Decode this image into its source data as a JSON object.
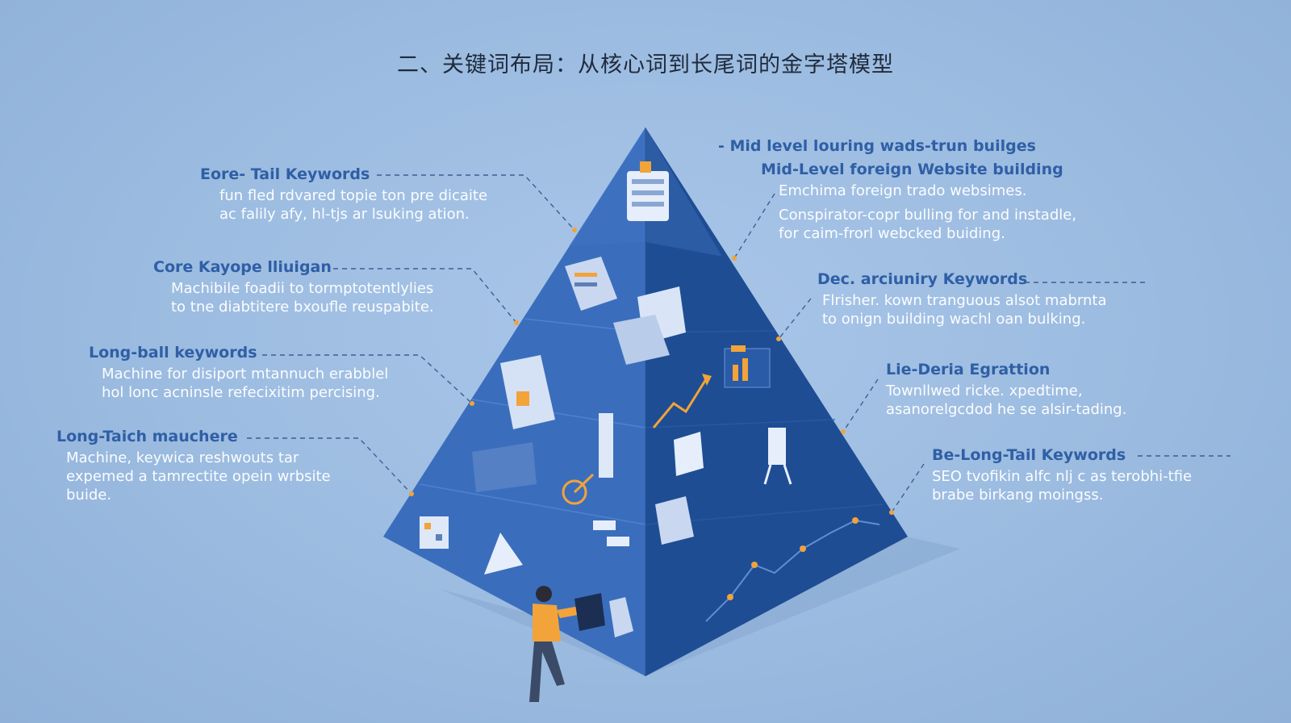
{
  "title": "二、关键词布局：从核心词到长尾词的金字塔模型",
  "labels_left": [
    {
      "head": "Eore- Tail Keywords",
      "lines": [
        "fun fled rdvared topie ton pre dicaite",
        "ac falily afy, hl-tjs ar lsuking ation."
      ]
    },
    {
      "head": "Core Kayope lliuigan",
      "lines": [
        "Machibile foadii to tormptotentlylies",
        "to tne diabtitere bxoufle reuspabite."
      ]
    },
    {
      "head": "Long-ball keywords",
      "lines": [
        "Machine for disiport mtannuch erabblel",
        "hol lonc acninsle refecixitim percising."
      ]
    },
    {
      "head": "Long-Taich mauchere",
      "lines": [
        "Machine, keywica reshwouts tar",
        "expemed a tamrectite opein wrbsite",
        "buide."
      ]
    }
  ],
  "labels_right": [
    {
      "head": "- Mid level louring wads-trun builges",
      "lines": []
    },
    {
      "head": "Mid-Level  foreign Website building",
      "lines": [
        "Emchima foreign trado websimes.",
        "Conspirator-copr bulling for and instadle,",
        "for caim-frorl webcked buiding."
      ]
    },
    {
      "head": "Dec. arciuniry Keywords",
      "lines": [
        "Flrisher. kown tranguous alsot mabrnta",
        "to onign building wachl oan bulking."
      ]
    },
    {
      "head": "Lie-Deria Egrattion",
      "lines": [
        "Townllwed ricke. xpedtime,",
        "asanorelgcdod he se alsir-tading."
      ]
    },
    {
      "head": "Be-Long-Tail Keywords",
      "lines": [
        "SEO tvofikin alfc nlj c as terobhi-tfie",
        "brabe birkang moingss."
      ]
    }
  ],
  "colors": {
    "background": "#9bbbe0",
    "pyramid_left": "#3a6ebd",
    "pyramid_right": "#1e4d93",
    "label_heading": "#2f5fa5",
    "label_text": "#ffffff",
    "worker_shirt": "#f2a33a"
  }
}
